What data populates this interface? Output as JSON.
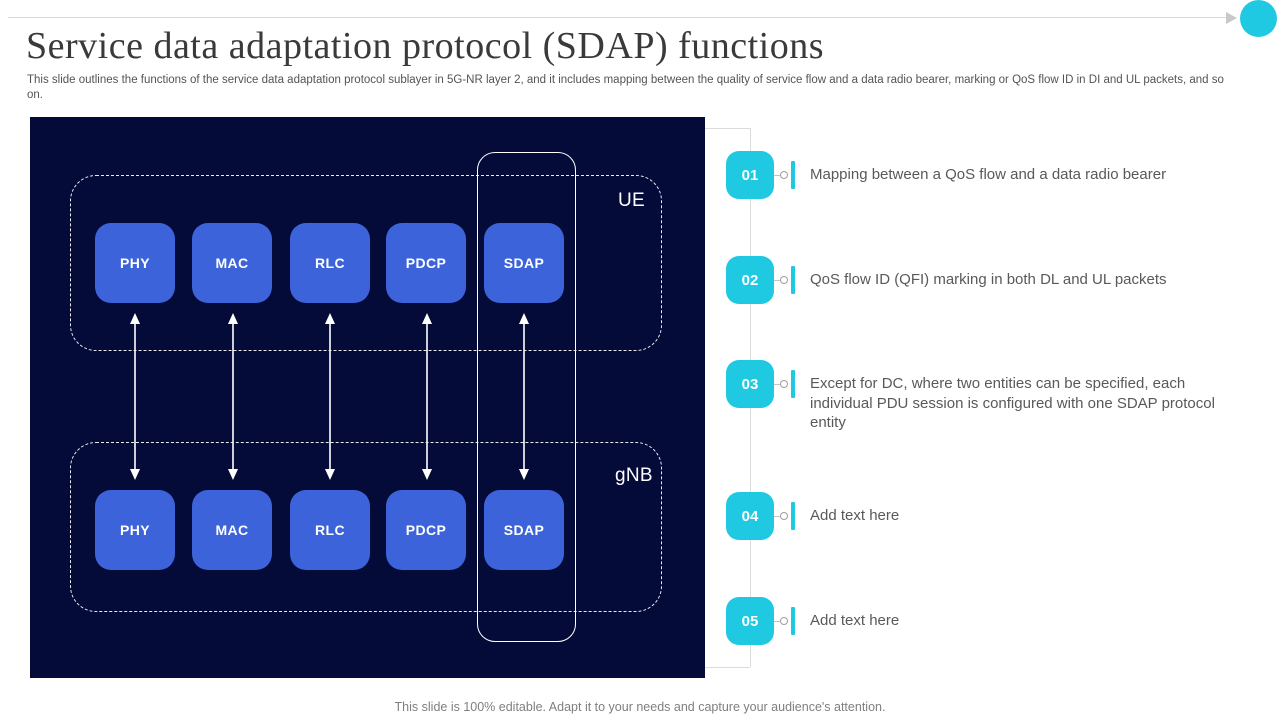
{
  "slide": {
    "title": "Service data adaptation protocol (SDAP) functions",
    "subtitle": "This slide outlines the functions of the service data adaptation protocol sublayer in 5G-NR layer 2, and it includes mapping between the quality of service flow and a data radio bearer, marking or QoS flow ID in DI and UL packets, and so on.",
    "footer": "This slide is 100% editable. Adapt it to your needs and capture your audience's attention."
  },
  "diagram": {
    "ue_label": "UE",
    "gnb_label": "gNB",
    "layers": [
      "PHY",
      "MAC",
      "RLC",
      "PDCP",
      "SDAP"
    ]
  },
  "list": {
    "items": [
      {
        "number": "01",
        "text": "Mapping between a QoS flow and a data radio bearer"
      },
      {
        "number": "02",
        "text": "QoS flow ID (QFI) marking in both DL and UL packets"
      },
      {
        "number": "03",
        "text": "Except for DC, where two entities can be specified, each individual PDU session is configured with one SDAP protocol entity"
      },
      {
        "number": "04",
        "text": "Add text here"
      },
      {
        "number": "05",
        "text": "Add text here"
      }
    ]
  },
  "colors": {
    "accent_cyan": "#20c9e2",
    "box_blue": "#3c63d9",
    "panel_navy": "#050b38",
    "text_gray": "#595959"
  }
}
